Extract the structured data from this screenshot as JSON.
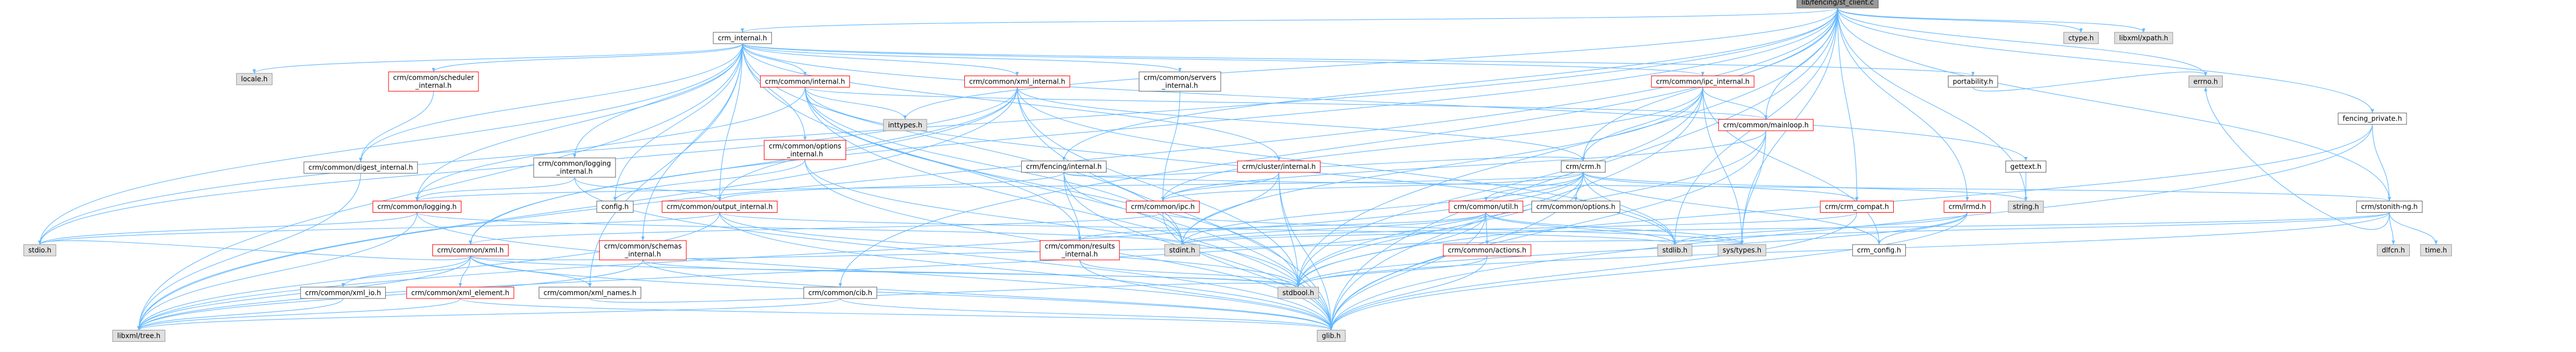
{
  "palette": {
    "root_fill": "#999999",
    "root_stroke": "#666666",
    "file_fill": "#ffffff",
    "file_stroke": "#666666",
    "red_stroke": "#ff0000",
    "system_fill": "#e0e0e0",
    "system_stroke": "#999999",
    "edge": "#63b8ff"
  },
  "nodes": [
    {
      "id": "root",
      "label": "lib/fencing/st_client.c",
      "kind": "root"
    },
    {
      "id": "crm_internal",
      "label": "crm_internal.h",
      "kind": "file"
    },
    {
      "id": "ctype",
      "label": "ctype.h",
      "kind": "system"
    },
    {
      "id": "libxml_xpath",
      "label": "libxml/xpath.h",
      "kind": "system"
    },
    {
      "id": "locale",
      "label": "locale.h",
      "kind": "system"
    },
    {
      "id": "scheduler_internal",
      "label": [
        "crm/common/scheduler",
        "_internal.h"
      ],
      "kind": "red"
    },
    {
      "id": "common_internal",
      "label": "crm/common/internal.h",
      "kind": "red"
    },
    {
      "id": "xml_internal",
      "label": "crm/common/xml_internal.h",
      "kind": "red"
    },
    {
      "id": "servers_internal",
      "label": [
        "crm/common/servers",
        "_internal.h"
      ],
      "kind": "file"
    },
    {
      "id": "ipc_internal",
      "label": "crm/common/ipc_internal.h",
      "kind": "red"
    },
    {
      "id": "portability",
      "label": "portability.h",
      "kind": "file"
    },
    {
      "id": "fencing_private",
      "label": "fencing_private.h",
      "kind": "file"
    },
    {
      "id": "digest_internal",
      "label": "crm/common/digest_internal.h",
      "kind": "file"
    },
    {
      "id": "logging_internal",
      "label": [
        "crm/common/logging",
        "_internal.h"
      ],
      "kind": "file"
    },
    {
      "id": "options_internal",
      "label": [
        "crm/common/options",
        "_internal.h"
      ],
      "kind": "red"
    },
    {
      "id": "inttypes",
      "label": "inttypes.h",
      "kind": "system"
    },
    {
      "id": "fencing_internal",
      "label": "crm/fencing/internal.h",
      "kind": "file"
    },
    {
      "id": "cluster_internal",
      "label": "crm/cluster/internal.h",
      "kind": "red"
    },
    {
      "id": "crm_h",
      "label": "crm/crm.h",
      "kind": "file"
    },
    {
      "id": "mainloop",
      "label": "crm/common/mainloop.h",
      "kind": "red"
    },
    {
      "id": "gettext",
      "label": "gettext.h",
      "kind": "file"
    },
    {
      "id": "errno",
      "label": "errno.h",
      "kind": "system"
    },
    {
      "id": "config_h",
      "label": "config.h",
      "kind": "file"
    },
    {
      "id": "logging_h",
      "label": "crm/common/logging.h",
      "kind": "red"
    },
    {
      "id": "output_internal",
      "label": "crm/common/output_internal.h",
      "kind": "red"
    },
    {
      "id": "ipc_h",
      "label": "crm/common/ipc.h",
      "kind": "red"
    },
    {
      "id": "util_h",
      "label": "crm/common/util.h",
      "kind": "red"
    },
    {
      "id": "options_h",
      "label": "crm/common/options.h",
      "kind": "file"
    },
    {
      "id": "string",
      "label": "string.h",
      "kind": "system"
    },
    {
      "id": "crm_compat",
      "label": "crm/crm_compat.h",
      "kind": "red"
    },
    {
      "id": "lrmd",
      "label": "crm/lrmd.h",
      "kind": "red"
    },
    {
      "id": "stonith_ng",
      "label": "crm/stonith-ng.h",
      "kind": "file"
    },
    {
      "id": "stdio",
      "label": "stdio.h",
      "kind": "system"
    },
    {
      "id": "xml_h",
      "label": "crm/common/xml.h",
      "kind": "red"
    },
    {
      "id": "schemas_internal",
      "label": [
        "crm/common/schemas",
        "_internal.h"
      ],
      "kind": "red"
    },
    {
      "id": "results_internal",
      "label": [
        "crm/common/results",
        "_internal.h"
      ],
      "kind": "red"
    },
    {
      "id": "stdint",
      "label": "stdint.h",
      "kind": "system"
    },
    {
      "id": "actions_h",
      "label": "crm/common/actions.h",
      "kind": "red"
    },
    {
      "id": "stdlib",
      "label": "stdlib.h",
      "kind": "system"
    },
    {
      "id": "sys_types",
      "label": "sys/types.h",
      "kind": "system"
    },
    {
      "id": "crm_config",
      "label": "crm_config.h",
      "kind": "file"
    },
    {
      "id": "dlfcn",
      "label": "dlfcn.h",
      "kind": "system"
    },
    {
      "id": "time_h",
      "label": "time.h",
      "kind": "system"
    },
    {
      "id": "xml_io",
      "label": "crm/common/xml_io.h",
      "kind": "file"
    },
    {
      "id": "xml_element",
      "label": "crm/common/xml_element.h",
      "kind": "red"
    },
    {
      "id": "xml_names",
      "label": "crm/common/xml_names.h",
      "kind": "file"
    },
    {
      "id": "stdbool",
      "label": "stdbool.h",
      "kind": "system"
    },
    {
      "id": "cib_h",
      "label": "crm/common/cib.h",
      "kind": "file"
    },
    {
      "id": "libxml_tree",
      "label": "libxml/tree.h",
      "kind": "system"
    },
    {
      "id": "glib",
      "label": "glib.h",
      "kind": "system"
    }
  ],
  "edges": [
    [
      "root",
      "crm_internal"
    ],
    [
      "root",
      "ctype"
    ],
    [
      "root",
      "libxml_xpath"
    ],
    [
      "root",
      "fencing_private"
    ],
    [
      "root",
      "stonith_ng"
    ],
    [
      "root",
      "mainloop"
    ],
    [
      "root",
      "crm_h"
    ],
    [
      "root",
      "fencing_internal"
    ],
    [
      "root",
      "inttypes"
    ],
    [
      "root",
      "stdlib"
    ],
    [
      "root",
      "string"
    ],
    [
      "root",
      "errno"
    ],
    [
      "root",
      "stdio"
    ],
    [
      "root",
      "sys_types"
    ],
    [
      "root",
      "stdbool"
    ],
    [
      "root",
      "glib"
    ],
    [
      "root",
      "libxml_tree"
    ],
    [
      "root",
      "xml_h"
    ],
    [
      "crm_internal",
      "locale"
    ],
    [
      "crm_internal",
      "scheduler_internal"
    ],
    [
      "crm_internal",
      "common_internal"
    ],
    [
      "crm_internal",
      "xml_internal"
    ],
    [
      "crm_internal",
      "servers_internal"
    ],
    [
      "crm_internal",
      "ipc_internal"
    ],
    [
      "crm_internal",
      "portability"
    ],
    [
      "crm_internal",
      "digest_internal"
    ],
    [
      "crm_internal",
      "logging_internal"
    ],
    [
      "crm_internal",
      "options_internal"
    ],
    [
      "crm_internal",
      "config_h"
    ],
    [
      "crm_internal",
      "logging_h"
    ],
    [
      "crm_internal",
      "output_internal"
    ],
    [
      "crm_internal",
      "cluster_internal"
    ],
    [
      "crm_internal",
      "gettext"
    ],
    [
      "crm_internal",
      "schemas_internal"
    ],
    [
      "crm_internal",
      "xml_names"
    ],
    [
      "crm_internal",
      "stdint"
    ],
    [
      "crm_internal",
      "glib"
    ],
    [
      "crm_internal",
      "libxml_tree"
    ],
    [
      "crm_internal",
      "stdio"
    ],
    [
      "scheduler_internal",
      "digest_internal"
    ],
    [
      "common_internal",
      "inttypes"
    ],
    [
      "common_internal",
      "stdlib"
    ],
    [
      "common_internal",
      "glib"
    ],
    [
      "common_internal",
      "logging_h"
    ],
    [
      "common_internal",
      "mainloop"
    ],
    [
      "common_internal",
      "results_internal"
    ],
    [
      "common_internal",
      "stdint"
    ],
    [
      "common_internal",
      "stdbool"
    ],
    [
      "xml_internal",
      "stdlib"
    ],
    [
      "xml_internal",
      "stdio"
    ],
    [
      "xml_internal",
      "crm_h"
    ],
    [
      "xml_internal",
      "output_internal"
    ],
    [
      "xml_internal",
      "xml_h"
    ],
    [
      "xml_internal",
      "libxml_tree"
    ],
    [
      "xml_internal",
      "glib"
    ],
    [
      "xml_internal",
      "stdbool"
    ],
    [
      "servers_internal",
      "ipc_h"
    ],
    [
      "ipc_internal",
      "sys_types"
    ],
    [
      "ipc_internal",
      "crm_config"
    ],
    [
      "ipc_internal",
      "glib"
    ],
    [
      "ipc_internal",
      "stdbool"
    ],
    [
      "ipc_internal",
      "crm_h"
    ],
    [
      "ipc_internal",
      "ipc_h"
    ],
    [
      "ipc_internal",
      "mainloop"
    ],
    [
      "ipc_internal",
      "stdint"
    ],
    [
      "portability",
      "errno"
    ],
    [
      "fencing_private",
      "glib"
    ],
    [
      "fencing_private",
      "stonith_ng"
    ],
    [
      "fencing_private",
      "stdbool"
    ],
    [
      "digest_internal",
      "libxml_tree"
    ],
    [
      "logging_internal",
      "glib"
    ],
    [
      "logging_internal",
      "logging_h"
    ],
    [
      "logging_internal",
      "output_internal"
    ],
    [
      "options_internal",
      "glib"
    ],
    [
      "options_internal",
      "stdbool"
    ],
    [
      "options_internal",
      "config_h"
    ],
    [
      "fencing_internal",
      "glib"
    ],
    [
      "fencing_internal",
      "crm_h"
    ],
    [
      "fencing_internal",
      "stonith_ng"
    ],
    [
      "fencing_internal",
      "output_internal"
    ],
    [
      "fencing_internal",
      "results_internal"
    ],
    [
      "fencing_internal",
      "stdint"
    ],
    [
      "cluster_internal",
      "stdint"
    ],
    [
      "cluster_internal",
      "glib"
    ],
    [
      "cluster_internal",
      "stdbool"
    ],
    [
      "cluster_internal",
      "ipc_h"
    ],
    [
      "crm_h",
      "crm_config"
    ],
    [
      "crm_h",
      "stdlib"
    ],
    [
      "crm_h",
      "glib"
    ],
    [
      "crm_h",
      "stdbool"
    ],
    [
      "crm_h",
      "libxml_tree"
    ],
    [
      "crm_h",
      "options_h"
    ],
    [
      "crm_h",
      "string"
    ],
    [
      "crm_h",
      "util_h"
    ],
    [
      "crm_h",
      "ipc_h"
    ],
    [
      "crm_h",
      "crm_compat"
    ],
    [
      "crm_h",
      "logging_h"
    ],
    [
      "crm_h",
      "stdint"
    ],
    [
      "mainloop",
      "signal"
    ],
    [
      "mainloop",
      "glib"
    ],
    [
      "mainloop",
      "ipc_h"
    ],
    [
      "mainloop",
      "sys_types"
    ],
    [
      "mainloop",
      "stdbool"
    ],
    [
      "gettext",
      "string"
    ],
    [
      "logging_h",
      "stdio"
    ],
    [
      "logging_h",
      "glib"
    ],
    [
      "logging_h",
      "stdint"
    ],
    [
      "logging_h",
      "libxml_tree"
    ],
    [
      "output_internal",
      "stdio"
    ],
    [
      "output_internal",
      "libxml_tree"
    ],
    [
      "output_internal",
      "glib"
    ],
    [
      "output_internal",
      "stdbool"
    ],
    [
      "output_internal",
      "stdlib"
    ],
    [
      "ipc_h",
      "sys_types"
    ],
    [
      "ipc_h",
      "xml_h"
    ],
    [
      "ipc_h",
      "glib"
    ],
    [
      "util_h",
      "sys_types"
    ],
    [
      "util_h",
      "stdlib"
    ],
    [
      "util_h",
      "stdbool"
    ],
    [
      "util_h",
      "stdint"
    ],
    [
      "util_h",
      "libxml_tree"
    ],
    [
      "util_h",
      "glib"
    ],
    [
      "util_h",
      "actions_h"
    ],
    [
      "util_h",
      "results_internal"
    ],
    [
      "crm_compat",
      "glib"
    ],
    [
      "crm_compat",
      "stdint"
    ],
    [
      "lrmd",
      "glib"
    ],
    [
      "lrmd",
      "stdbool"
    ],
    [
      "lrmd",
      "crm_config"
    ],
    [
      "lrmd",
      "stdlib"
    ],
    [
      "stonith_ng",
      "dlfcn"
    ],
    [
      "stonith_ng",
      "time_h"
    ],
    [
      "stonith_ng",
      "errno"
    ],
    [
      "stonith_ng",
      "stdbool"
    ],
    [
      "stonith_ng",
      "stdint"
    ],
    [
      "stonith_ng",
      "stdlib"
    ],
    [
      "xml_h",
      "stdio"
    ],
    [
      "xml_h",
      "sys_types"
    ],
    [
      "xml_h",
      "libxml_tree"
    ],
    [
      "xml_h",
      "xml_io"
    ],
    [
      "xml_h",
      "xml_element"
    ],
    [
      "xml_h",
      "xml_names"
    ],
    [
      "xml_h",
      "glib"
    ],
    [
      "xml_h",
      "stdbool"
    ],
    [
      "schemas_internal",
      "glib"
    ],
    [
      "schemas_internal",
      "libxml_tree"
    ],
    [
      "schemas_internal",
      "stdbool"
    ],
    [
      "results_internal",
      "glib"
    ],
    [
      "results_internal",
      "stdbool"
    ],
    [
      "actions_h",
      "stdbool"
    ],
    [
      "actions_h",
      "glib"
    ],
    [
      "actions_h",
      "strings"
    ],
    [
      "xml_io",
      "libxml_tree"
    ],
    [
      "xml_element",
      "libxml_tree"
    ],
    [
      "xml_element",
      "glib"
    ],
    [
      "xml_names",
      "stdbool"
    ],
    [
      "cib_h",
      "glib"
    ],
    [
      "cib_h",
      "libxml_tree"
    ],
    [
      "root",
      "lrmd"
    ],
    [
      "root",
      "crm_compat"
    ],
    [
      "root",
      "cib_h"
    ]
  ]
}
